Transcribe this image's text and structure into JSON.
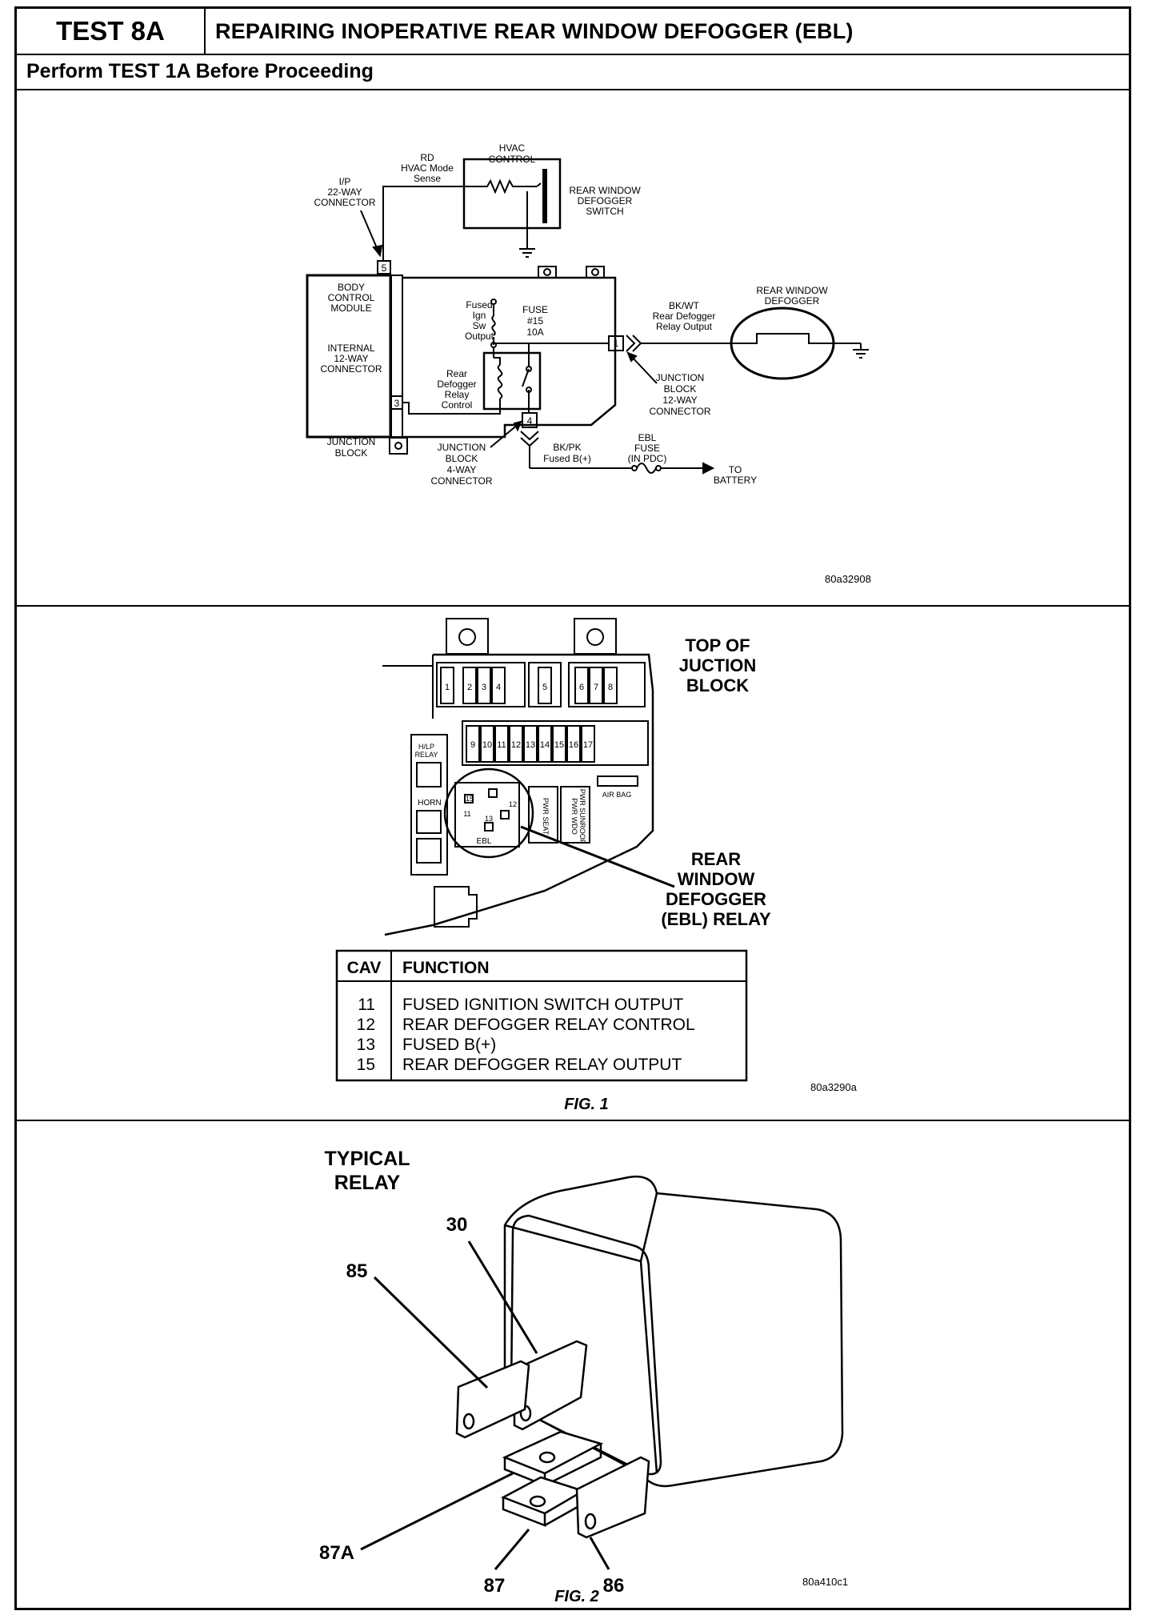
{
  "header": {
    "test_id": "TEST 8A",
    "title": "REPAIRING INOPERATIVE REAR WINDOW DEFOGGER (EBL)",
    "prerequisite": "Perform TEST 1A Before Proceeding"
  },
  "schematic": {
    "hvac_control": "HVAC CONTROL",
    "hvac_control_l1": "HVAC",
    "hvac_control_l2": "CONTROL",
    "wire_rd_l1": "RD",
    "wire_rd_l2": "HVAC Mode",
    "wire_rd_l3": "Sense",
    "ip_conn_l1": "I/P",
    "ip_conn_l2": "22-WAY",
    "ip_conn_l3": "CONNECTOR",
    "rwd_switch_l1": "REAR WINDOW",
    "rwd_switch_l2": "DEFOGGER",
    "rwd_switch_l3": "SWITCH",
    "bcm_l1": "BODY",
    "bcm_l2": "CONTROL",
    "bcm_l3": "MODULE",
    "int_l1": "INTERNAL",
    "int_l2": "12-WAY",
    "int_l3": "CONNECTOR",
    "fused_l1": "Fused",
    "fused_l2": "Ign",
    "fused_l3": "Sw",
    "fused_l4": "Output",
    "fuse_l1": "FUSE",
    "fuse_l2": "#15",
    "fuse_l3": "10A",
    "relay_ctl_l1": "Rear",
    "relay_ctl_l2": "Defogger",
    "relay_ctl_l3": "Relay",
    "relay_ctl_l4": "Control",
    "bkwt_l1": "BK/WT",
    "bkwt_l2": "Rear Defogger",
    "bkwt_l3": "Relay Output",
    "rwd_l1": "REAR WINDOW",
    "rwd_l2": "DEFOGGER",
    "jb12_l1": "JUNCTION",
    "jb12_l2": "BLOCK",
    "jb12_l3": "12-WAY",
    "jb12_l4": "CONNECTOR",
    "jb_l1": "JUNCTION",
    "jb_l2": "BLOCK",
    "jb4_l1": "JUNCTION",
    "jb4_l2": "BLOCK",
    "jb4_l3": "4-WAY",
    "jb4_l4": "CONNECTOR",
    "bkpk_l1": "BK/PK",
    "bkpk_l2": "Fused B(+)",
    "ebl_l1": "EBL",
    "ebl_l2": "FUSE",
    "ebl_l3": "(IN PDC)",
    "batt_l1": "TO",
    "batt_l2": "BATTERY",
    "pin_5": "5",
    "pin_1": "1",
    "pin_3": "3",
    "pin_4": "4",
    "code": "80a32908"
  },
  "fig1": {
    "top_l1": "TOP OF",
    "top_l2": "JUCTION",
    "top_l3": "BLOCK",
    "relay_l1": "REAR",
    "relay_l2": "WINDOW",
    "relay_l3": "DEFOGGER",
    "relay_l4": "(EBL) RELAY",
    "fuse_numbers_top": [
      "1",
      "2",
      "3",
      "4",
      "5",
      "6",
      "7",
      "8"
    ],
    "fuse_numbers_mid": [
      "9",
      "10",
      "11",
      "12",
      "13",
      "14",
      "15",
      "16",
      "17"
    ],
    "hlp_relay_l1": "H/LP",
    "hlp_relay_l2": "RELAY",
    "horn": "HORN",
    "ebl": "EBL",
    "air_bag": "AIR BAG",
    "pwr_seat": "PWR SEAT",
    "pwr_wdo_l1": "PWR WDO",
    "pwr_wdo_l2": "PWR SUNROOF",
    "cav_15": "15",
    "cav_11": "11",
    "cav_12": "12",
    "cav_13": "13",
    "table": {
      "headers": [
        "CAV",
        "FUNCTION"
      ],
      "rows": [
        {
          "cav": "11",
          "function": "FUSED IGNITION SWITCH OUTPUT"
        },
        {
          "cav": "12",
          "function": "REAR DEFOGGER RELAY CONTROL"
        },
        {
          "cav": "13",
          "function": "FUSED B(+)"
        },
        {
          "cav": "15",
          "function": "REAR DEFOGGER RELAY OUTPUT"
        }
      ]
    },
    "code": "80a3290a",
    "caption": "FIG. 1"
  },
  "fig2": {
    "title_l1": "TYPICAL",
    "title_l2": "RELAY",
    "pin_30": "30",
    "pin_85": "85",
    "pin_87a": "87A",
    "pin_87": "87",
    "pin_86": "86",
    "code": "80a410c1",
    "caption": "FIG. 2"
  }
}
